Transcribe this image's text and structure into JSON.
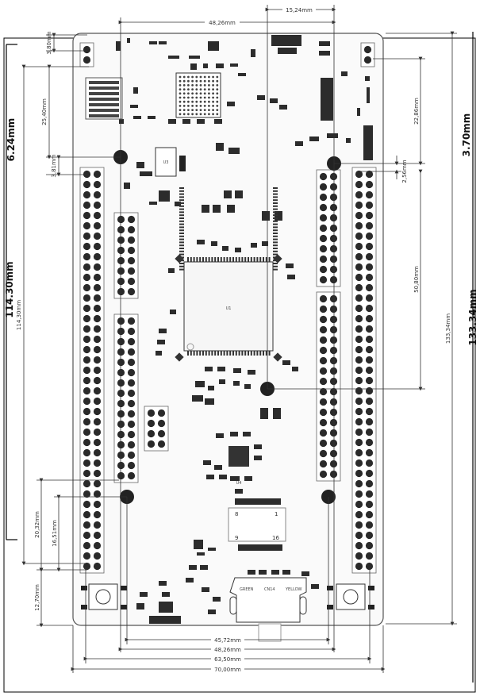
{
  "dimensions": {
    "top_width": "48,26mm",
    "top_connector": "15,24mm",
    "left_top_hole": "3,80mm",
    "left_vertical_1": "25,40mm",
    "left_vertical_2": "3,81mm",
    "left_overall": "114,30mm",
    "right_upper": "22,86mm",
    "right_small": "2,56mm",
    "right_mid": "50,80mm",
    "right_overall": "133,34mm",
    "left_bottom_1": "20,32mm",
    "left_bottom_2": "16,51mm",
    "left_bottom_3": "12,70mm",
    "bottom_1": "45,72mm",
    "bottom_2": "48,26mm",
    "bottom_3": "63,50mm",
    "bottom_4": "70,00mm"
  },
  "edge_labels": {
    "left_large_1": "6.24mm",
    "left_large_2": "114.30mm",
    "right_large_1": "3.70mm",
    "right_large_2": "133.34mm"
  },
  "component_labels": {
    "ic_main": "U1",
    "ic_small": "U4",
    "chip_left": "U3",
    "connector_pin_8": "8",
    "connector_pin_1": "1",
    "connector_pin_9": "9",
    "connector_pin_16": "16",
    "usb_label_left": "GREEN",
    "usb_label_mid": "CN14",
    "usb_label_right": "YELLOW"
  }
}
